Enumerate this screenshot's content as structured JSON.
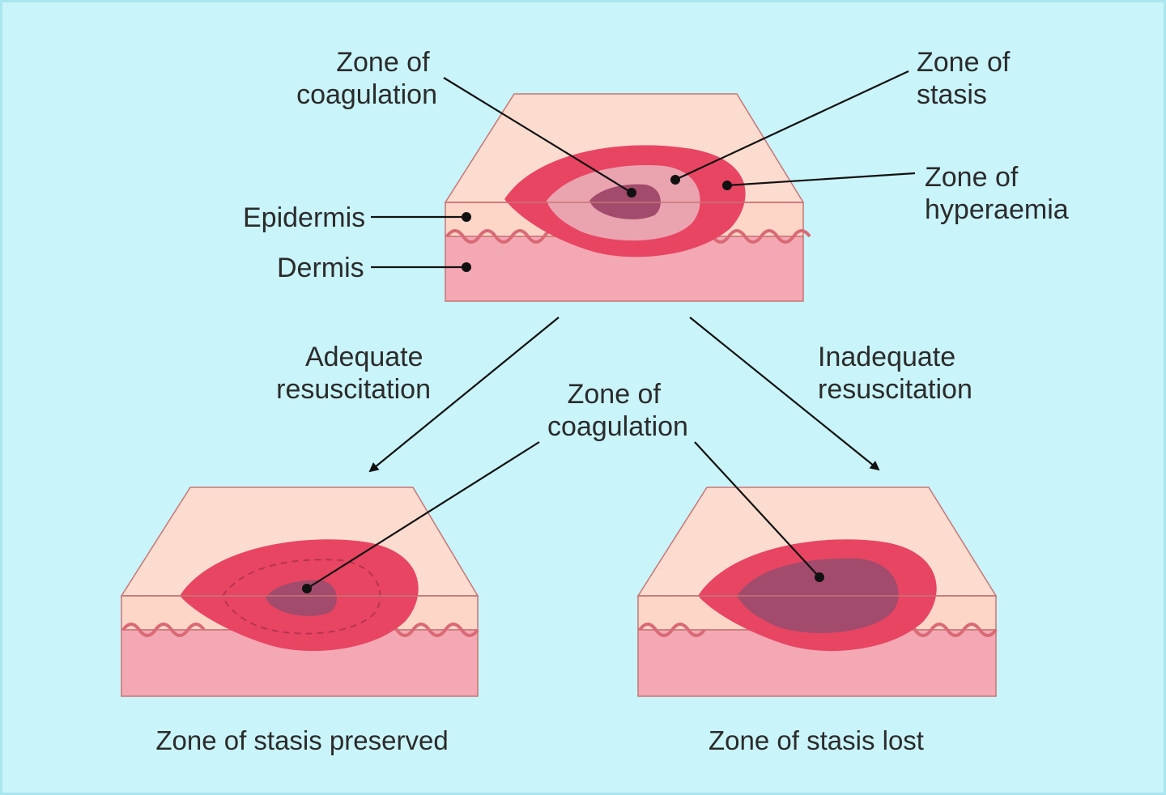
{
  "colors": {
    "background": "#c9f4fa",
    "skin_top": "#fddcd0",
    "epidermis": "#fdd6c8",
    "dermis": "#f4a8b4",
    "hyperaemia": "#e84563",
    "stasis": "#eaa4b0",
    "coagulation": "#a24b6c"
  },
  "labels": {
    "top_coagulation": [
      "Zone of",
      "coagulation"
    ],
    "top_stasis": [
      "Zone of",
      "stasis"
    ],
    "top_hyperaemia": [
      "Zone of",
      "hyperaemia"
    ],
    "epidermis": "Epidermis",
    "dermis": "Dermis",
    "adequate": [
      "Adequate",
      "resuscitation"
    ],
    "inadequate": [
      "Inadequate",
      "resuscitation"
    ],
    "bottom_coagulation": [
      "Zone of",
      "coagulation"
    ]
  },
  "captions": {
    "left": "Zone of stasis preserved",
    "right": "Zone of stasis lost"
  }
}
